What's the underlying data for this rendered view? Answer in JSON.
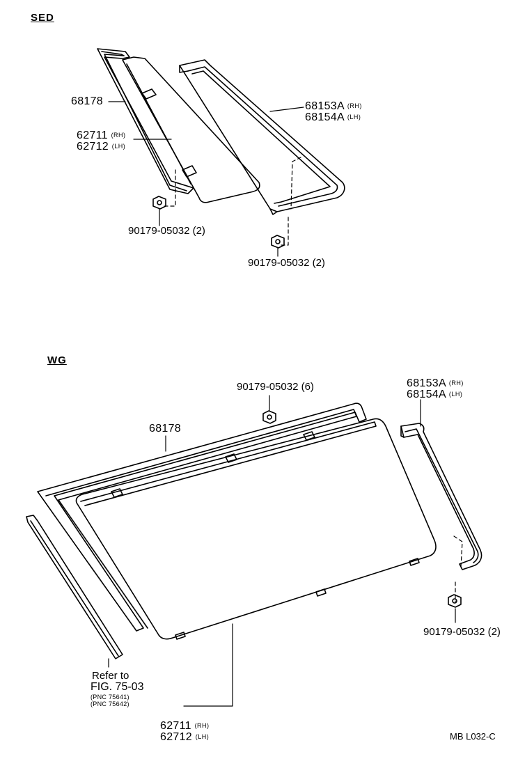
{
  "sections": {
    "sed": "SED",
    "wg": "WG"
  },
  "sed_labels": {
    "weatherstrip": "68178",
    "glass_rh": "62711",
    "glass_rh_side": "(RH)",
    "glass_lh": "62712",
    "glass_lh_side": "(LH)",
    "molding_rh": "68153A",
    "molding_rh_side": "(RH)",
    "molding_lh": "68154A",
    "molding_lh_side": "(LH)",
    "nut_left": "90179-05032 (2)",
    "nut_right": "90179-05032 (2)"
  },
  "wg_labels": {
    "nut_top": "90179-05032 (6)",
    "weatherstrip": "68178",
    "molding_rh": "68153A",
    "molding_rh_side": "(RH)",
    "molding_lh": "68154A",
    "molding_lh_side": "(LH)",
    "nut_right": "90179-05032 (2)",
    "refer_line1": "Refer to",
    "refer_line2": "FIG. 75-03",
    "pnc1": "(PNC 75641)",
    "pnc2": "(PNC 75642)",
    "glass_rh": "62711",
    "glass_rh_side": "(RH)",
    "glass_lh": "62712",
    "glass_lh_side": "(LH)"
  },
  "figure_code": "MB  L032-C"
}
